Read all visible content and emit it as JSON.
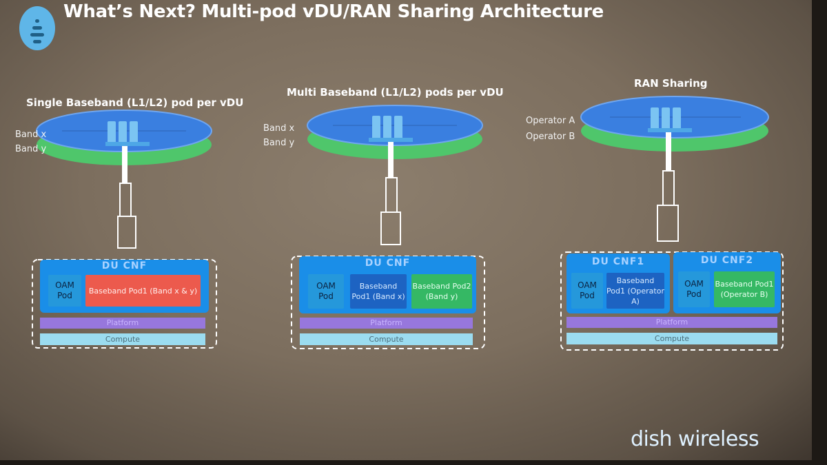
{
  "title": "What’s Next? Multi-pod vDU/RAN Sharing Architecture",
  "logo": {
    "icon": "audio-waves-icon"
  },
  "brand": "dish wireless",
  "panels": [
    {
      "heading": "Single Baseband (L1/L2) pod per vDU",
      "labels": [
        "Band x",
        "Band y"
      ],
      "cnfs": [
        {
          "title": "DU CNF",
          "pods": [
            {
              "text": "OAM Pod",
              "kind": "oam"
            },
            {
              "text": "Baseband Pod1 (Band x & y)",
              "kind": "red"
            }
          ]
        }
      ],
      "platform": "Platform",
      "compute": "Compute"
    },
    {
      "heading": "Multi Baseband (L1/L2) pods per vDU",
      "labels": [
        "Band x",
        "Band y"
      ],
      "cnfs": [
        {
          "title": "DU CNF",
          "pods": [
            {
              "text": "OAM Pod",
              "kind": "oam"
            },
            {
              "text": "Baseband Pod1 (Band x)",
              "kind": "bb"
            },
            {
              "text": "Baseband Pod2 (Band y)",
              "kind": "green"
            }
          ]
        }
      ],
      "platform": "Platform",
      "compute": "Compute"
    },
    {
      "heading": "RAN Sharing",
      "labels": [
        "Operator A",
        "Operator B"
      ],
      "cnfs": [
        {
          "title": "DU CNF1",
          "pods": [
            {
              "text": "OAM Pod",
              "kind": "oam"
            },
            {
              "text": "Baseband Pod1 (Operator A)",
              "kind": "bb"
            }
          ]
        },
        {
          "title": "DU CNF2",
          "pods": [
            {
              "text": "OAM Pod",
              "kind": "oam"
            },
            {
              "text": "Baseband Pod1 (Operator B)",
              "kind": "green"
            }
          ]
        }
      ],
      "platform": "Platform",
      "compute": "Compute"
    }
  ],
  "colors": {
    "band_blue": "#3a7fe0",
    "band_green": "#4fc66b",
    "cnf_blue": "#1a8ee8",
    "dashed_outline": "#ffffff"
  }
}
